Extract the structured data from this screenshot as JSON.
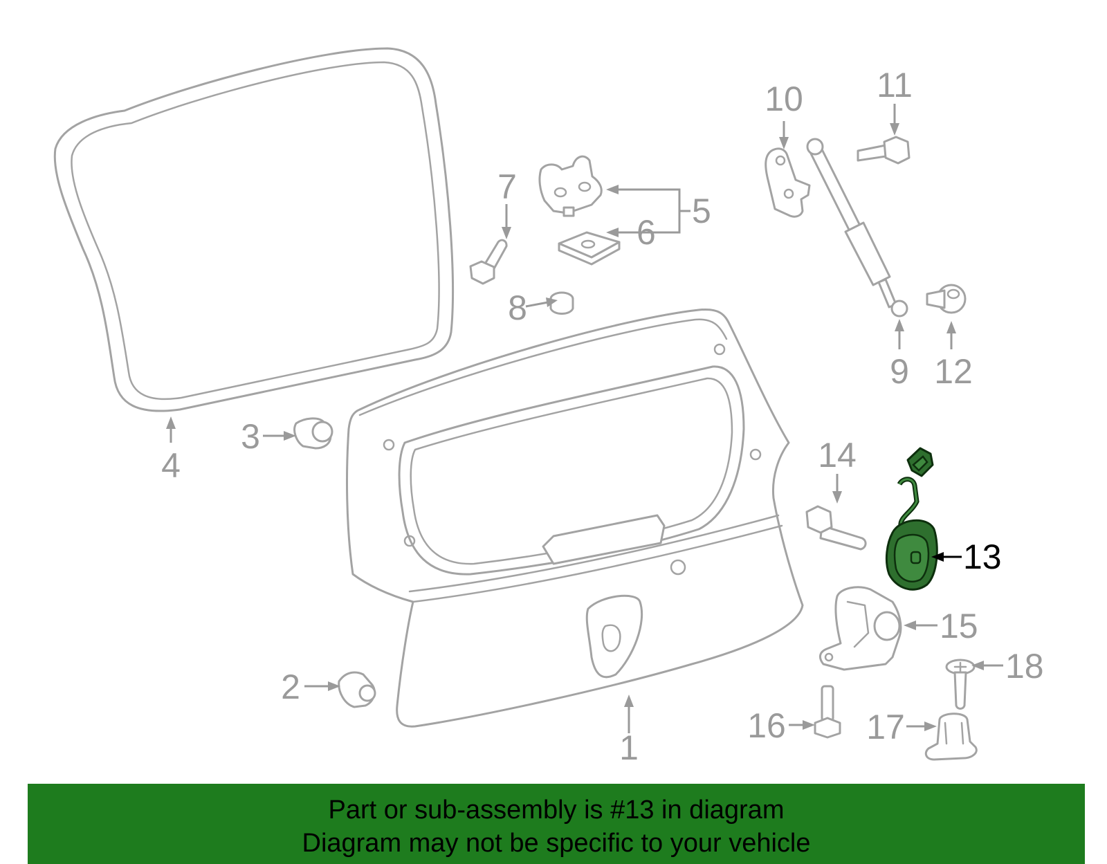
{
  "diagram": {
    "highlighted_part": "13",
    "callouts": [
      "1",
      "2",
      "3",
      "4",
      "5",
      "6",
      "7",
      "8",
      "9",
      "10",
      "11",
      "12",
      "13",
      "14",
      "15",
      "16",
      "17",
      "18"
    ]
  },
  "banner": {
    "line1": "Part or sub-assembly is #13 in diagram",
    "line2": "Diagram may not be specific to your vehicle"
  },
  "colors": {
    "banner": "#1e7c1e",
    "highlight": "#2e6f2e",
    "part_outline": "#a3a3a3"
  }
}
